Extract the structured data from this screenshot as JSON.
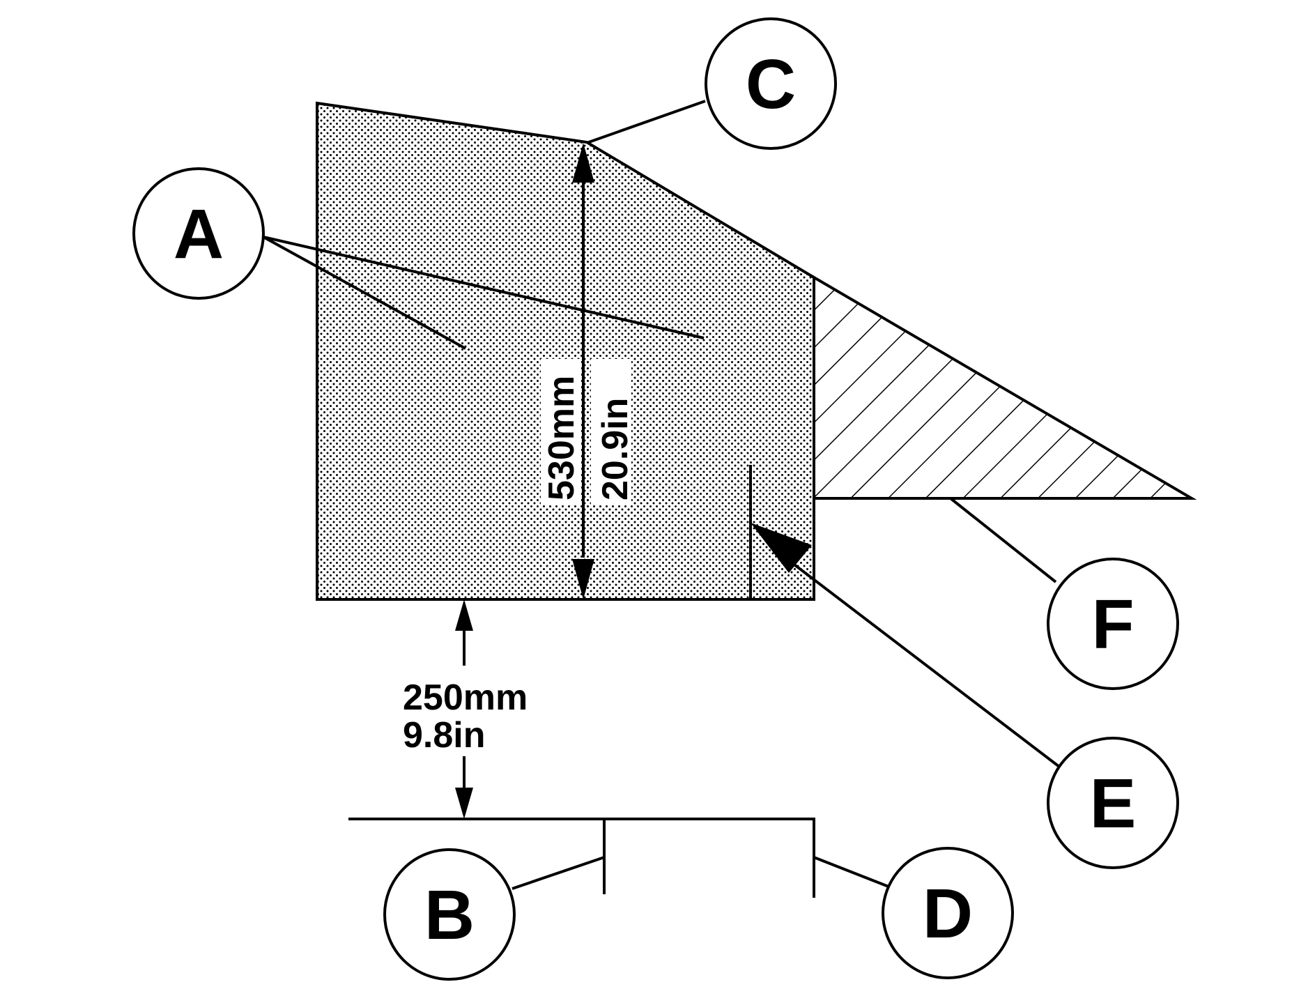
{
  "callouts": {
    "a": "A",
    "b": "B",
    "c": "C",
    "d": "D",
    "e": "E",
    "f": "F"
  },
  "dimensions": {
    "height_metric": "530mm",
    "height_imperial": "20.9in",
    "clearance_metric": "250mm",
    "clearance_imperial": "9.8in"
  },
  "colors": {
    "line": "#000000",
    "background": "#ffffff"
  }
}
